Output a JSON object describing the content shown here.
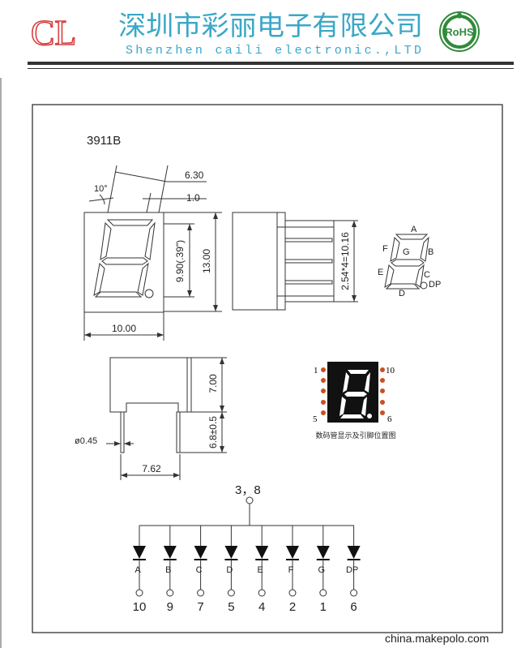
{
  "header": {
    "logo": "CL",
    "company_cn": "深圳市彩丽电子有限公司",
    "company_en": "Shenzhen caili electronic.,LTD",
    "badge": "RoHS",
    "colors": {
      "logo": "#d84040",
      "company": "#3aa7c7",
      "badge": "#2f8a3a",
      "rule": "#333333"
    }
  },
  "drawing": {
    "part_number": "3911B",
    "front_view": {
      "angle": "10°",
      "top_width": "6.30",
      "seg_thickness": "1.0",
      "digit_height": "9.90(.39\")",
      "height": "13.00",
      "width": "10.00"
    },
    "side_view": {
      "pitch": "2.54*4=10.16"
    },
    "segment_labels": {
      "a": "A",
      "b": "B",
      "c": "C",
      "d": "D",
      "e": "E",
      "f": "F",
      "g": "G",
      "dp": "DP"
    },
    "bottom_view": {
      "body_height": "7.00",
      "pin_length": "6.8±0.5",
      "pin_diameter": "ø0.45",
      "row_spacing": "7.62"
    },
    "pinout": {
      "pin_1": "1",
      "pin_5": "5",
      "pin_10": "10",
      "pin_6": "6",
      "caption": "数码管显示及引脚位置图"
    },
    "circuit": {
      "common": "3，8",
      "segments": [
        {
          "label": "A",
          "pin": "10"
        },
        {
          "label": "B",
          "pin": "9"
        },
        {
          "label": "C",
          "pin": "7"
        },
        {
          "label": "D",
          "pin": "5"
        },
        {
          "label": "E",
          "pin": "4"
        },
        {
          "label": "F",
          "pin": "2"
        },
        {
          "label": "G",
          "pin": "1"
        },
        {
          "label": "DP",
          "pin": "6"
        }
      ]
    }
  },
  "footer": {
    "watermark": "china.makepolo.com"
  }
}
